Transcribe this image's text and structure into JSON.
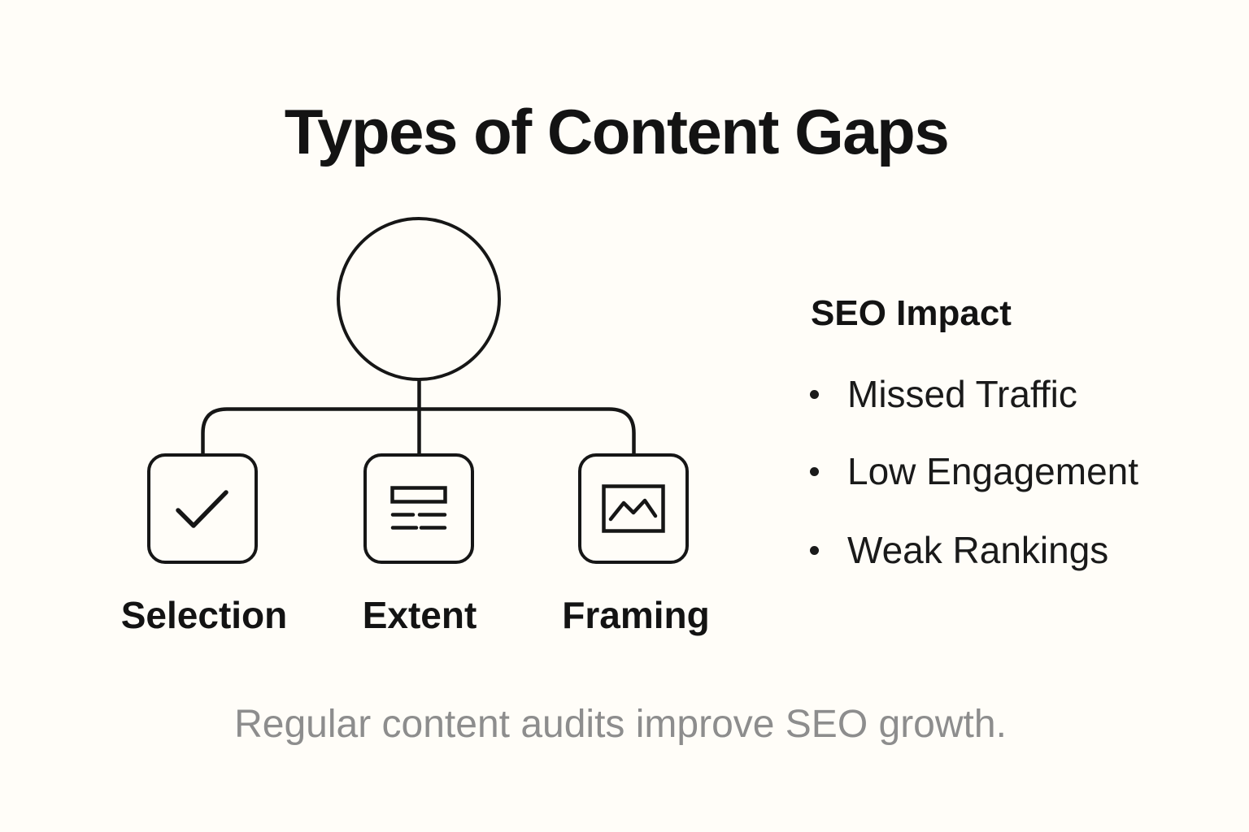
{
  "title": "Types of Content Gaps",
  "diagram": {
    "root_shape": "circle",
    "nodes": [
      {
        "label": "Selection",
        "icon": "checkmark-icon"
      },
      {
        "label": "Extent",
        "icon": "text-lines-icon"
      },
      {
        "label": "Framing",
        "icon": "picture-icon"
      }
    ]
  },
  "seo_impact": {
    "heading": "SEO Impact",
    "items": [
      "Missed Traffic",
      "Low Engagement",
      "Weak Rankings"
    ]
  },
  "caption": "Regular content audits improve SEO growth.",
  "colors": {
    "background": "#fffdf8",
    "ink": "#161616",
    "caption_text": "#8d8d8d"
  }
}
